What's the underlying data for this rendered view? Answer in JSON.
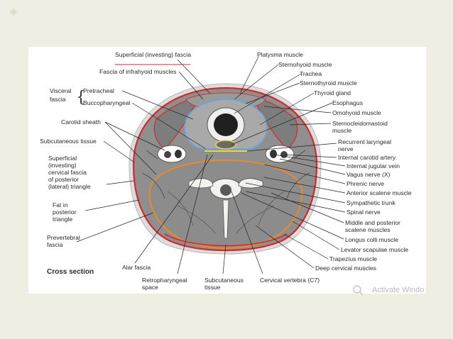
{
  "figure": {
    "caption": "Cross section",
    "labels": {
      "superficial_fascia": "Superficial (investing) fascia",
      "infrahyoid_fascia": "Fascia of infrahyoid muscles",
      "visceral": "Visceral",
      "fascia_word": "fascia",
      "pretracheal": "Pretracheal",
      "buccopharyngeal": "Buccopharyngeal",
      "carotid_sheath": "Carotid sheath",
      "subcutaneous_tissue_left": "Subcutaneous tissue",
      "sup_cerv_1": "Superficial",
      "sup_cerv_2": "(investing)",
      "sup_cerv_3": "cervical fascia",
      "sup_cerv_4": "of posterior",
      "sup_cerv_5": "(lateral) triangle",
      "fat_1": "Fat in",
      "fat_2": "posterior",
      "fat_3": "triangle",
      "prevertebral_1": "Prevertebral",
      "prevertebral_2": "fascia",
      "alar_fascia": "Alar fascia",
      "retro_1": "Retropharyngeal",
      "retro_2": "space",
      "subq_bottom_1": "Subcutaneous",
      "subq_bottom_2": "tissue",
      "cervical_vertebra": "Cervical vertebra (C7)",
      "platysma": "Platysma muscle",
      "sternohyoid": "Sternohyoid muscle",
      "trachea": "Trachea",
      "sternothyroid": "Sternothyroid muscle",
      "thyroid": "Thyroid gland",
      "esophagus": "Esophagus",
      "omohyoid": "Omohyoid muscle",
      "scm_1": "Sternocleidomastoid",
      "scm_2": "muscle",
      "rln_1": "Recurrent laryngeal",
      "rln_2": "nerve",
      "ica": "Internal carotid artery",
      "ijv": "Internal jugular vein",
      "vagus": "Vagus nerve (X)",
      "phrenic": "Phrenic nerve",
      "anterior_scalene": "Anterior scalene muscle",
      "sympathetic": "Sympathetic trunk",
      "spinal": "Spinal nerve",
      "mps_1": "Middle and posterior",
      "mps_2": "scalene muscles",
      "longus": "Longus colli muscle",
      "levator": "Levator scapulae muscle",
      "trapezius": "Trapezius muscle",
      "deep_cervical": "Deep cervical muscles"
    }
  },
  "watermark": "Activate Windo",
  "colors": {
    "fascia_red": "#d42a2a",
    "fascia_blue": "#6fa6d6",
    "fascia_orange": "#e88a2c",
    "fascia_yellow": "#e6d84a",
    "muscle_gray": "#8e8e8e",
    "bone": "#f2f2ee"
  }
}
